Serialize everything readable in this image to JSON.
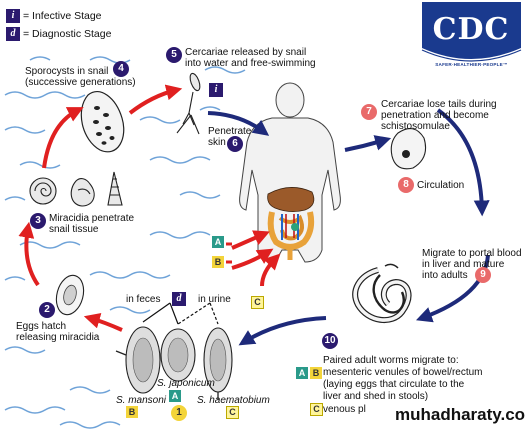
{
  "legend": {
    "infective_key": "i",
    "infective_label": "= Infective Stage",
    "diagnostic_key": "d",
    "diagnostic_label": "= Diagnostic Stage"
  },
  "logo": {
    "name": "CDC",
    "tagline": "SAFER·HEALTHIER·PEOPLE™"
  },
  "steps": {
    "s1": "1",
    "s2": "2",
    "s3": "3",
    "s4": "4",
    "s5": "5",
    "s6": "6",
    "s7": "7",
    "s8": "8",
    "s9": "9",
    "s10": "10"
  },
  "labels": {
    "sporocysts_1": "Sporocysts in snail",
    "sporocysts_2": "(successive generations)",
    "cercariae_1": "Cercariae released by snail",
    "cercariae_2": "into water and free-swimming",
    "penetrate_1": "Penetrate",
    "penetrate_2": "skin",
    "lose_tails_1": "Cercariae lose tails during",
    "lose_tails_2": "penetration and become",
    "lose_tails_3": "schistosomulae",
    "circulation": "Circulation",
    "portal_1": "Migrate to portal blood",
    "portal_2": "in liver and mature",
    "portal_3": "into adults",
    "miracidia_pen_1": "Miracidia penetrate",
    "miracidia_pen_2": "snail tissue",
    "eggs_hatch_1": "Eggs hatch",
    "eggs_hatch_2": "releasing miracidia",
    "in_feces": "in feces",
    "in_urine": "in urine",
    "s_japonicum": "S. japonicum",
    "s_mansoni": "S. mansoni",
    "s_haematobium": "S. haematobium",
    "paired_1": "Paired adult worms migrate to:",
    "paired_2": "mesenteric venules of bowel/rectum",
    "paired_3": "(laying eggs that circulate to the",
    "paired_4": "liver and shed in stools)",
    "paired_5": "venous pl",
    "letter_a": "A",
    "letter_b": "B",
    "letter_c": "C"
  },
  "watermark": "muhadharaty.com",
  "colors": {
    "navy": "#1e2a7a",
    "red": "#e02020",
    "purple": "#2b1a6e",
    "salmon": "#e96a6a",
    "teal": "#2a9a8a",
    "yellow": "#f3d43a",
    "water": "#6fa3d8"
  }
}
